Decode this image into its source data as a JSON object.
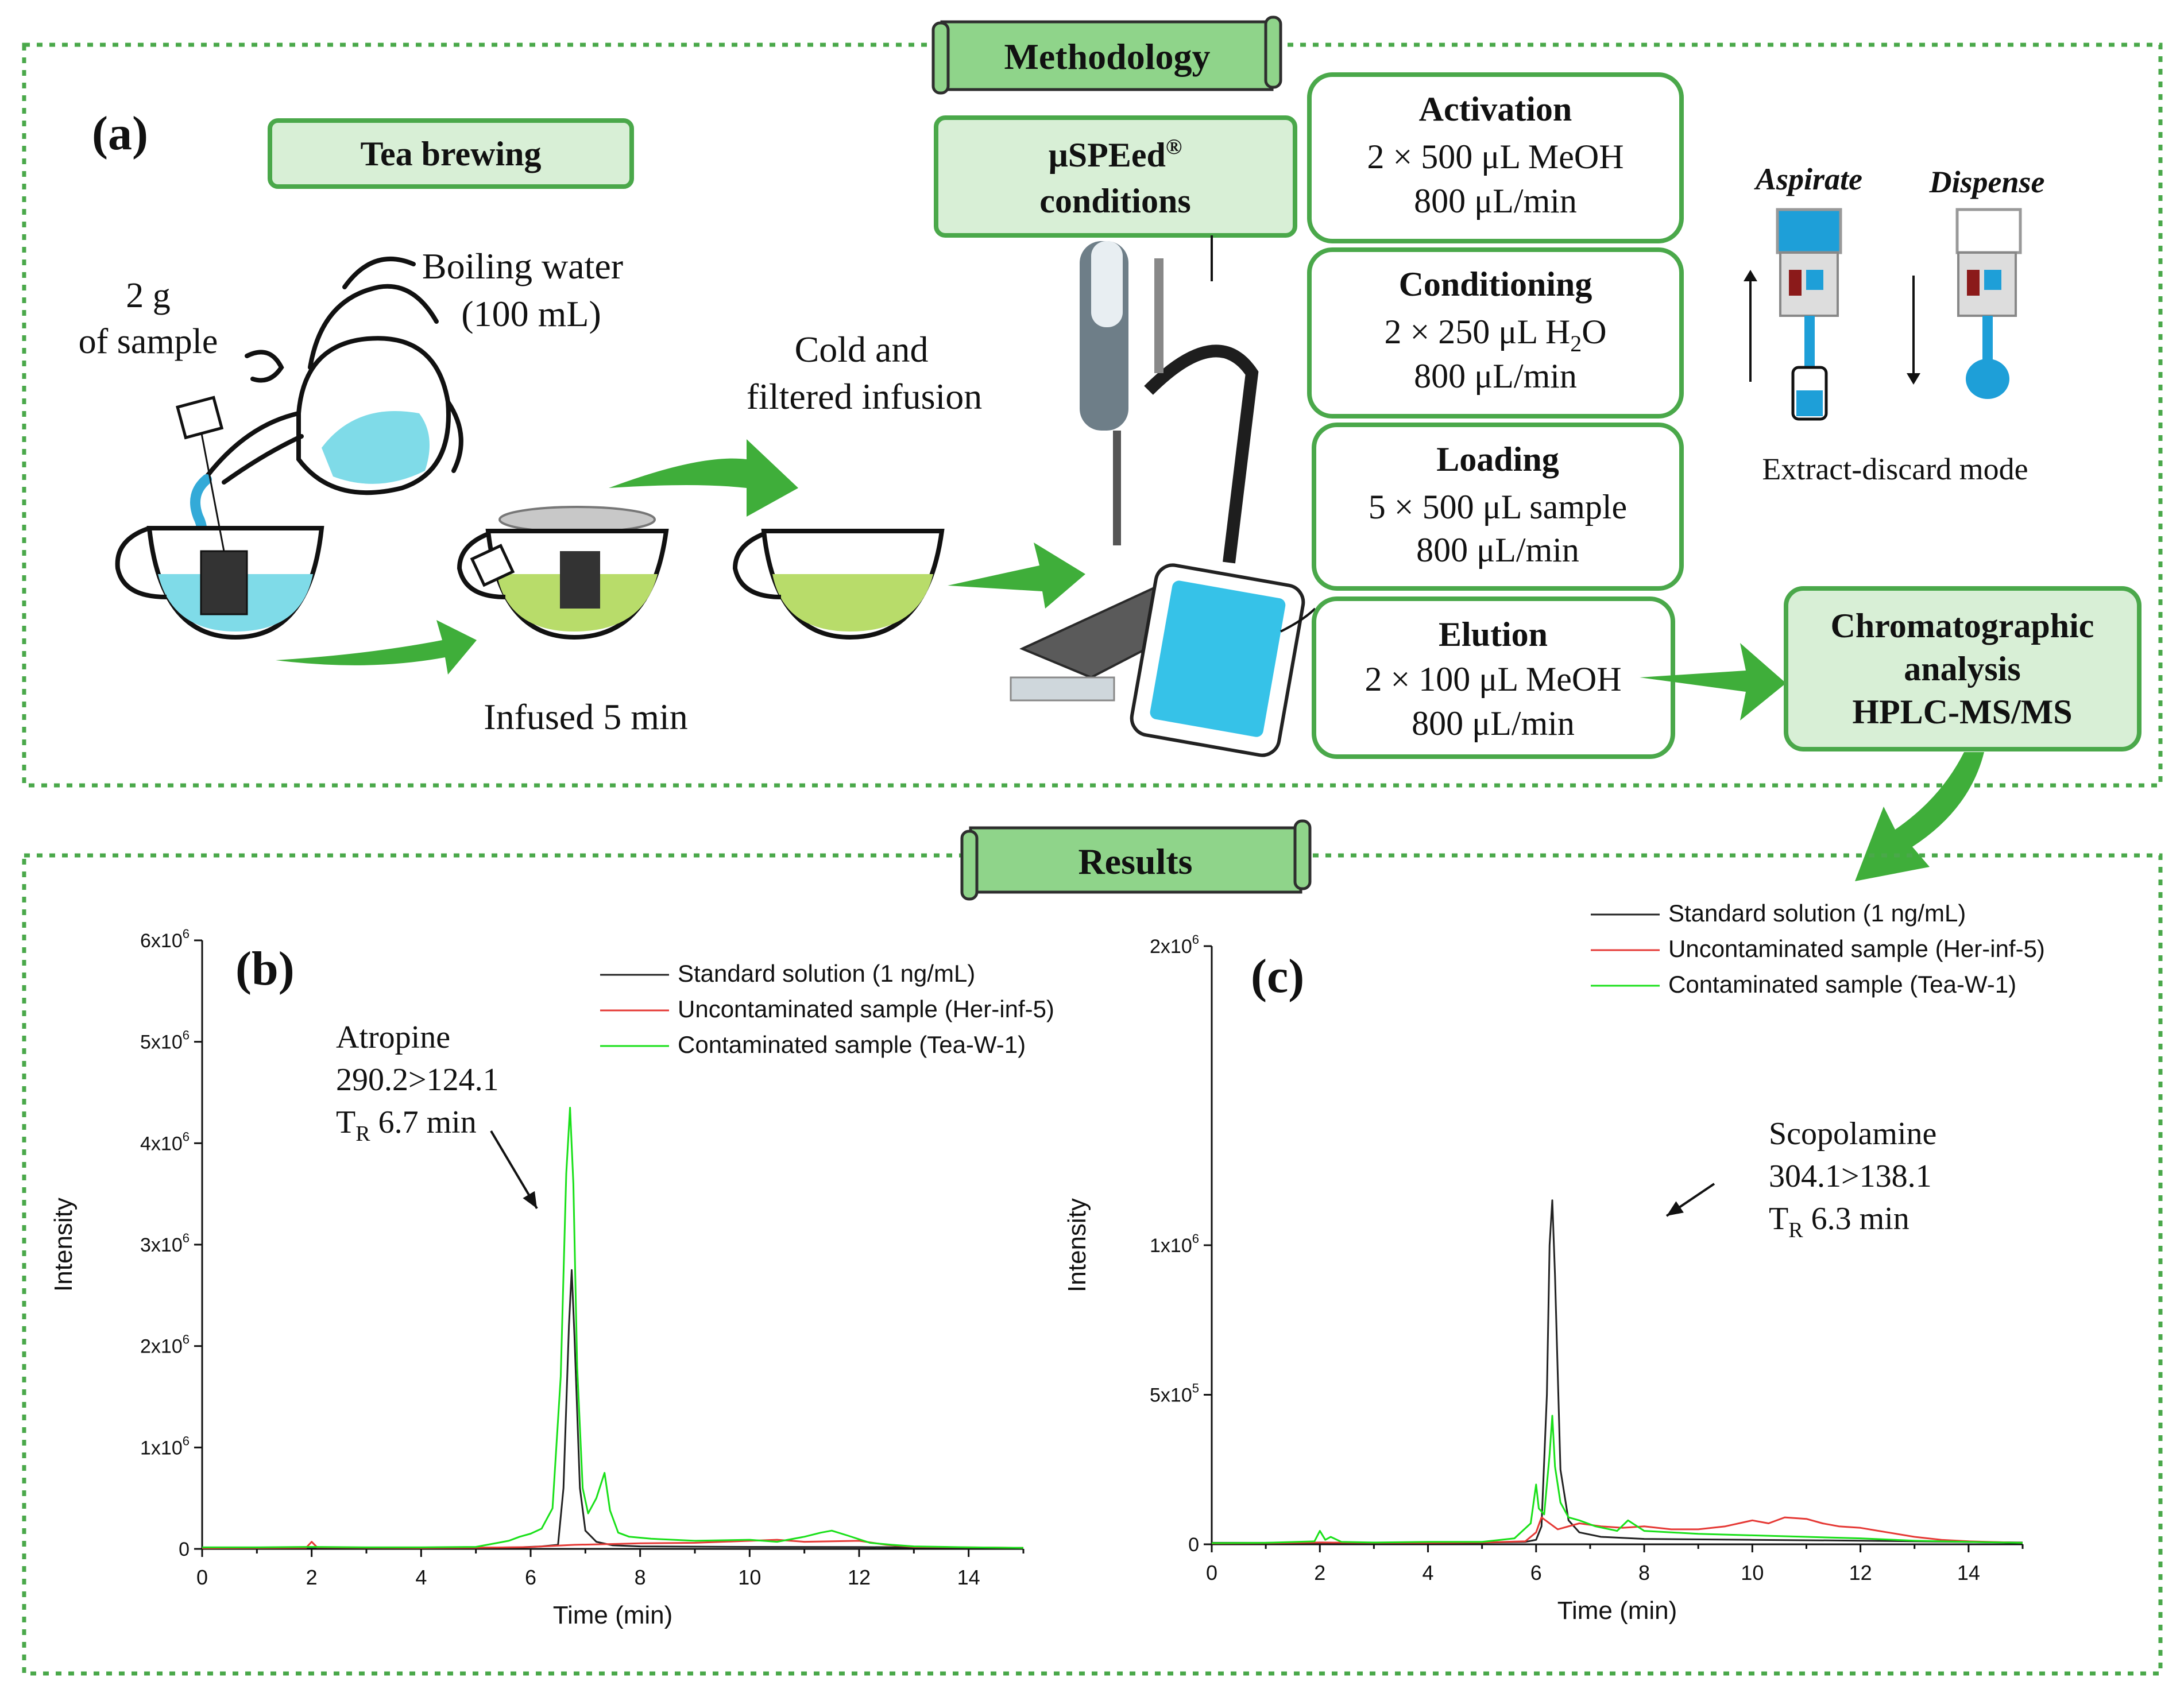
{
  "methodology": {
    "banner": "Methodology",
    "panel_label": "(a)",
    "tea_brewing": "Tea brewing",
    "sample_line1": "2 g",
    "sample_line2": "of sample",
    "water_line1": "Boiling water",
    "water_line2": "(100 mL)",
    "cold_line1": "Cold and",
    "cold_line2": "filtered infusion",
    "infused": "Infused 5 min",
    "uspeed_line1": "μSPEed",
    "uspeed_reg": "®",
    "uspeed_line2": "conditions",
    "steps": [
      {
        "title": "Activation",
        "line1": "2 × 500 μL MeOH",
        "line2": "800 μL/min"
      },
      {
        "title": "Conditioning",
        "line1": "2 × 250 μL H",
        "line1_sub": "2",
        "line1_end": "O",
        "line2": "800 μL/min"
      },
      {
        "title": "Loading",
        "line1": "5 × 500 μL sample",
        "line2": "800 μL/min"
      },
      {
        "title": "Elution",
        "line1": "2 × 100 μL MeOH",
        "line2": "800 μL/min"
      }
    ],
    "aspirate": "Aspirate",
    "dispense": "Dispense",
    "mode": "Extract-discard mode",
    "analysis_line1": "Chromatographic",
    "analysis_line2": "analysis",
    "analysis_line3": "HPLC-MS/MS",
    "colors": {
      "green_border": "#4aa84a",
      "green_fill": "#d8efd6",
      "arrow": "#3fae3a",
      "tea_blue": "#7fdbe8",
      "tea_green": "#b8dc6a",
      "device_screen": "#36c2e8"
    }
  },
  "results": {
    "banner": "Results"
  },
  "chart_data": [
    {
      "type": "line",
      "panel_label": "(b)",
      "xlabel": "Time (min)",
      "ylabel": "Intensity",
      "xlim": [
        0,
        15
      ],
      "ylim": [
        0,
        6000000
      ],
      "xticks": [
        "0",
        "2",
        "4",
        "6",
        "8",
        "10",
        "12",
        "14"
      ],
      "yticks": [
        {
          "base": "0",
          "exp": ""
        },
        {
          "base": "1x10",
          "exp": "6"
        },
        {
          "base": "2x10",
          "exp": "6"
        },
        {
          "base": "3x10",
          "exp": "6"
        },
        {
          "base": "4x10",
          "exp": "6"
        },
        {
          "base": "5x10",
          "exp": "6"
        },
        {
          "base": "6x10",
          "exp": "6"
        }
      ],
      "annotation": {
        "line1": "Atropine",
        "line2": "290.2>124.1",
        "line3_main": "T",
        "line3_sub": "R",
        "line3_end": " 6.7 min"
      },
      "legend_position": "top-right",
      "series": [
        {
          "name": "Standard solution (1 ng/mL)",
          "color": "#222222",
          "x": [
            0,
            1,
            2,
            3,
            4,
            5,
            5.8,
            6.2,
            6.5,
            6.6,
            6.7,
            6.75,
            6.8,
            6.9,
            7.0,
            7.2,
            7.5,
            8,
            10,
            12,
            15
          ],
          "y": [
            10000,
            10000,
            12000,
            10000,
            10000,
            12000,
            15000,
            25000,
            40000,
            600000,
            2200000,
            2750000,
            2100000,
            600000,
            180000,
            70000,
            35000,
            25000,
            20000,
            18000,
            10000
          ]
        },
        {
          "name": "Uncontaminated sample (Her-inf-5)",
          "color": "#e53935",
          "x": [
            0,
            1,
            1.9,
            2.0,
            2.1,
            3,
            4,
            5,
            6,
            6.4,
            6.8,
            7.2,
            7.6,
            8,
            9,
            10,
            10.5,
            11,
            11.5,
            12,
            12.5,
            13,
            15
          ],
          "y": [
            8000,
            10000,
            12000,
            70000,
            15000,
            12000,
            10000,
            12000,
            18000,
            30000,
            40000,
            45000,
            50000,
            55000,
            60000,
            80000,
            90000,
            70000,
            75000,
            80000,
            40000,
            20000,
            10000
          ]
        },
        {
          "name": "Contaminated sample (Tea-W-1)",
          "color": "#19e019",
          "x": [
            0,
            1,
            2,
            3,
            4,
            5,
            5.6,
            5.8,
            6.0,
            6.2,
            6.4,
            6.55,
            6.65,
            6.72,
            6.78,
            6.85,
            6.95,
            7.05,
            7.2,
            7.35,
            7.45,
            7.6,
            7.8,
            8.2,
            9,
            10,
            10.5,
            11,
            11.3,
            11.5,
            11.8,
            12.2,
            12.6,
            13,
            14,
            15
          ],
          "y": [
            15000,
            15000,
            20000,
            15000,
            15000,
            20000,
            80000,
            120000,
            150000,
            200000,
            400000,
            1700000,
            3700000,
            4350000,
            3600000,
            1800000,
            600000,
            350000,
            500000,
            750000,
            380000,
            160000,
            120000,
            100000,
            80000,
            90000,
            70000,
            120000,
            160000,
            180000,
            130000,
            60000,
            40000,
            25000,
            15000,
            10000
          ]
        }
      ]
    },
    {
      "type": "line",
      "panel_label": "(c)",
      "xlabel": "Time (min)",
      "ylabel": "Intensity",
      "xlim": [
        0,
        15
      ],
      "ylim": [
        0,
        2000000
      ],
      "xticks": [
        "0",
        "2",
        "4",
        "6",
        "8",
        "10",
        "12",
        "14"
      ],
      "yticks": [
        {
          "base": "0",
          "exp": ""
        },
        {
          "base": "5x10",
          "exp": "5"
        },
        {
          "base": "1x10",
          "exp": "6"
        },
        {
          "base": "2x10",
          "exp": "6"
        }
      ],
      "ytick_values": [
        0,
        500000,
        1000000,
        2000000
      ],
      "annotation": {
        "line1": "Scopolamine",
        "line2": "304.1>138.1",
        "line3_main": "T",
        "line3_sub": "R",
        "line3_end": " 6.3 min"
      },
      "legend_position": "top-right",
      "series": [
        {
          "name": "Standard solution (1 ng/mL)",
          "color": "#222222",
          "x": [
            0,
            1,
            2,
            3,
            4,
            5,
            5.8,
            6.0,
            6.1,
            6.2,
            6.25,
            6.3,
            6.35,
            6.45,
            6.6,
            6.8,
            7.2,
            8,
            10,
            12,
            15
          ],
          "y": [
            5000,
            5000,
            6000,
            5000,
            5000,
            6000,
            8000,
            15000,
            60000,
            500000,
            1000000,
            1150000,
            900000,
            250000,
            80000,
            40000,
            25000,
            18000,
            15000,
            12000,
            6000
          ]
        },
        {
          "name": "Uncontaminated sample (Her-inf-5)",
          "color": "#e53935",
          "x": [
            0,
            1,
            2,
            3,
            4,
            5,
            5.8,
            6.0,
            6.1,
            6.4,
            6.8,
            7.2,
            7.6,
            8,
            8.5,
            9,
            9.5,
            10,
            10.3,
            10.6,
            11,
            11.3,
            11.6,
            12,
            12.5,
            13,
            13.5,
            14,
            15
          ],
          "y": [
            3000,
            4000,
            6000,
            5000,
            5000,
            6000,
            10000,
            40000,
            90000,
            50000,
            70000,
            60000,
            55000,
            60000,
            50000,
            50000,
            60000,
            80000,
            70000,
            90000,
            85000,
            70000,
            60000,
            55000,
            40000,
            25000,
            15000,
            10000,
            5000
          ]
        },
        {
          "name": "Contaminated sample (Tea-W-1)",
          "color": "#19e019",
          "x": [
            0,
            1,
            1.9,
            2.0,
            2.1,
            2.2,
            2.4,
            3,
            4,
            5,
            5.6,
            5.9,
            6.0,
            6.05,
            6.15,
            6.25,
            6.3,
            6.35,
            6.45,
            6.6,
            6.8,
            7.1,
            7.5,
            7.7,
            8,
            9,
            10,
            11,
            12,
            13,
            14,
            15
          ],
          "y": [
            4000,
            5000,
            10000,
            45000,
            15000,
            25000,
            8000,
            6000,
            8000,
            8000,
            20000,
            70000,
            200000,
            120000,
            100000,
            300000,
            430000,
            260000,
            140000,
            90000,
            80000,
            60000,
            45000,
            80000,
            45000,
            35000,
            30000,
            25000,
            20000,
            12000,
            8000,
            5000
          ]
        }
      ]
    }
  ]
}
